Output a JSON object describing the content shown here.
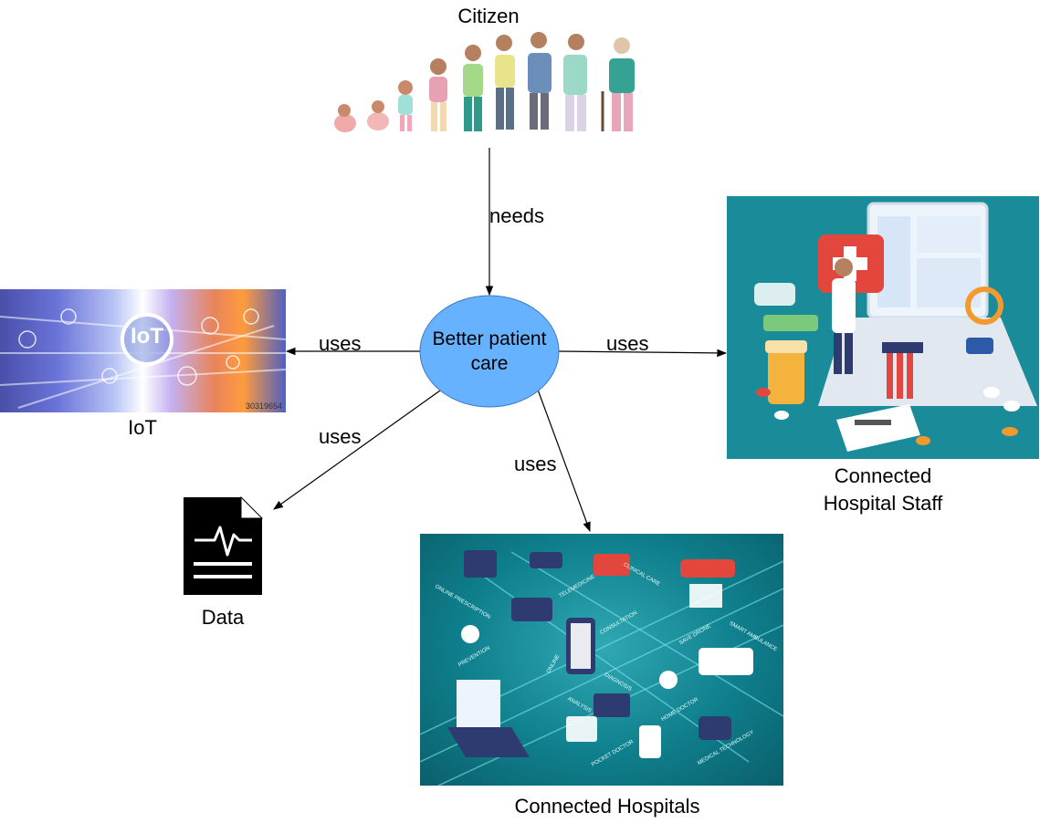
{
  "nodes": {
    "citizen": {
      "label": "Citizen"
    },
    "center": {
      "label_line1": "Better patient",
      "label_line2": "care"
    },
    "iot": {
      "label": "IoT",
      "image_text": "IoT",
      "image_id_text": "30319654"
    },
    "data": {
      "label": "Data"
    },
    "staff": {
      "label_line1": "Connected",
      "label_line2": "Hospital Staff"
    },
    "hospitals": {
      "label": "Connected Hospitals",
      "image_labels": [
        "ONLINE PRESCRIPTION",
        "TELEMEDICINE",
        "CLINICAL CARE",
        "CONSULTATION",
        "PREVENTION",
        "ONLINE",
        "SAVE DRONE",
        "SMART AMBULANCE",
        "ANALYSIS",
        "DIAGNOSIS",
        "HOME DOCTOR",
        "POCKET DOCTOR",
        "MEDICAL TECHNOLOGY"
      ]
    }
  },
  "edges": {
    "needs": "needs",
    "uses_iot": "uses",
    "uses_staff": "uses",
    "uses_data": "uses",
    "uses_hospitals": "uses"
  },
  "colors": {
    "center_fill": "#66b2ff",
    "teal_bg": "#1a8c99",
    "hospitals_bg": "#0f7f8c"
  }
}
